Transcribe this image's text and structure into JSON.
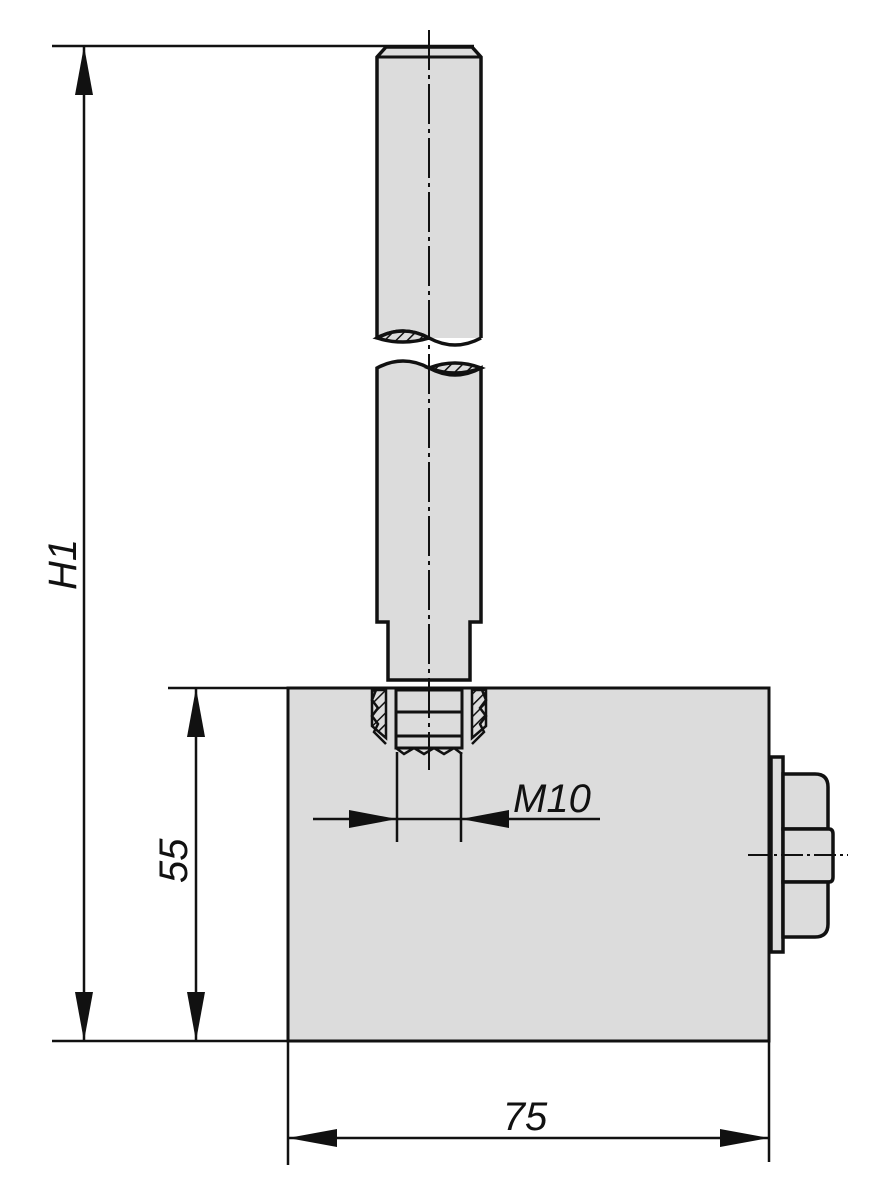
{
  "drawing": {
    "title": "Magnetic base with threaded rod - dimensional drawing",
    "colors": {
      "line": "#111111",
      "part_fill": "#dcdcdc",
      "background": "#ffffff"
    }
  },
  "dimensions": {
    "overall_height": {
      "label": "H1",
      "orientation": "vertical"
    },
    "base_height": {
      "label": "55",
      "orientation": "vertical"
    },
    "base_width": {
      "label": "75",
      "orientation": "horizontal"
    },
    "thread": {
      "label": "M10",
      "orientation": "horizontal"
    }
  },
  "parts": {
    "base_block": "magnet-base",
    "rod": "threaded-rod",
    "knob": "side-release-knob"
  }
}
